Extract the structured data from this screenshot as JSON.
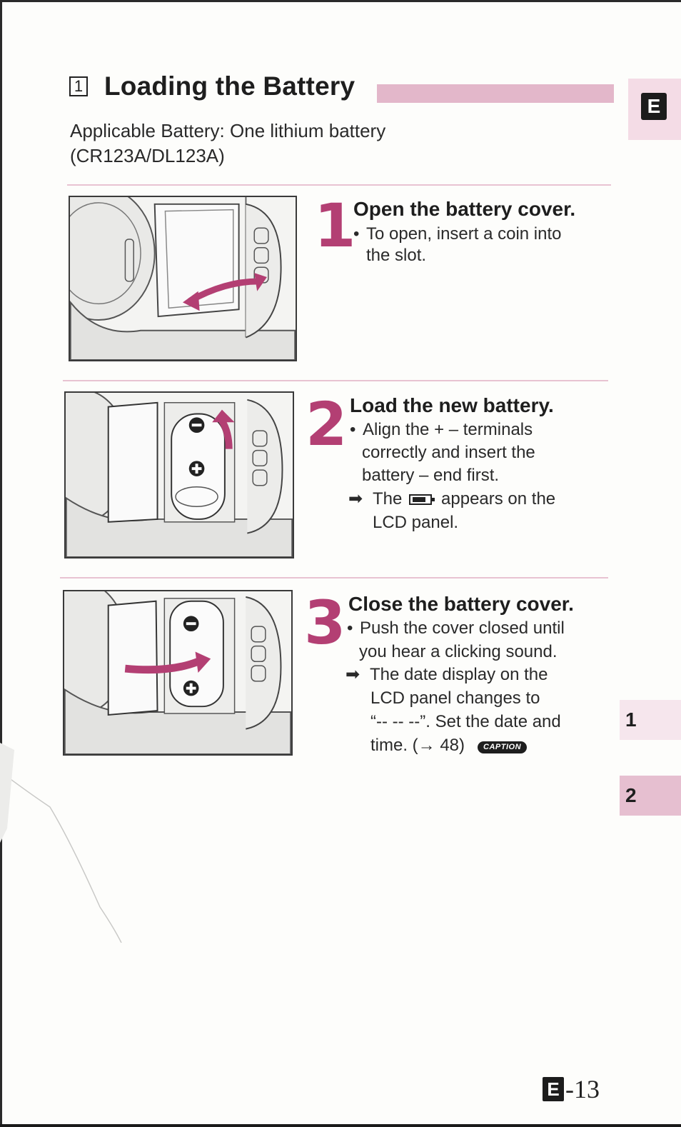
{
  "section": {
    "number": "1",
    "title": "Loading the Battery",
    "side_badge": "E"
  },
  "subtitle": {
    "line1": "Applicable Battery: One lithium battery",
    "line2": "(CR123A/DL123A)"
  },
  "steps": [
    {
      "number": "1",
      "title": "Open the battery cover.",
      "lines": [
        "To open, insert a coin into",
        "the slot."
      ]
    },
    {
      "number": "2",
      "title": "Load the new battery.",
      "lines": [
        "Align the + – terminals",
        "correctly and insert the",
        "battery – end first."
      ],
      "result_prefix": "The",
      "result_suffix": "appears on the",
      "result_line2": "LCD panel.",
      "icon": "battery-icon"
    },
    {
      "number": "3",
      "title": "Close the battery cover.",
      "lines": [
        "Push the cover closed until",
        "you hear a clicking sound."
      ],
      "result_lines": [
        "The date display on the",
        "LCD panel changes to",
        "“-- -- --”. Set the date and",
        "time. (→ 48)"
      ],
      "badge": "CAPTION"
    }
  ],
  "side_tabs": [
    "1",
    "2"
  ],
  "footer": {
    "badge": "E",
    "page": "-13"
  },
  "colors": {
    "accent": "#b33f73",
    "title_bar": "#e3b7ca",
    "divider": "#e8c3d2"
  }
}
